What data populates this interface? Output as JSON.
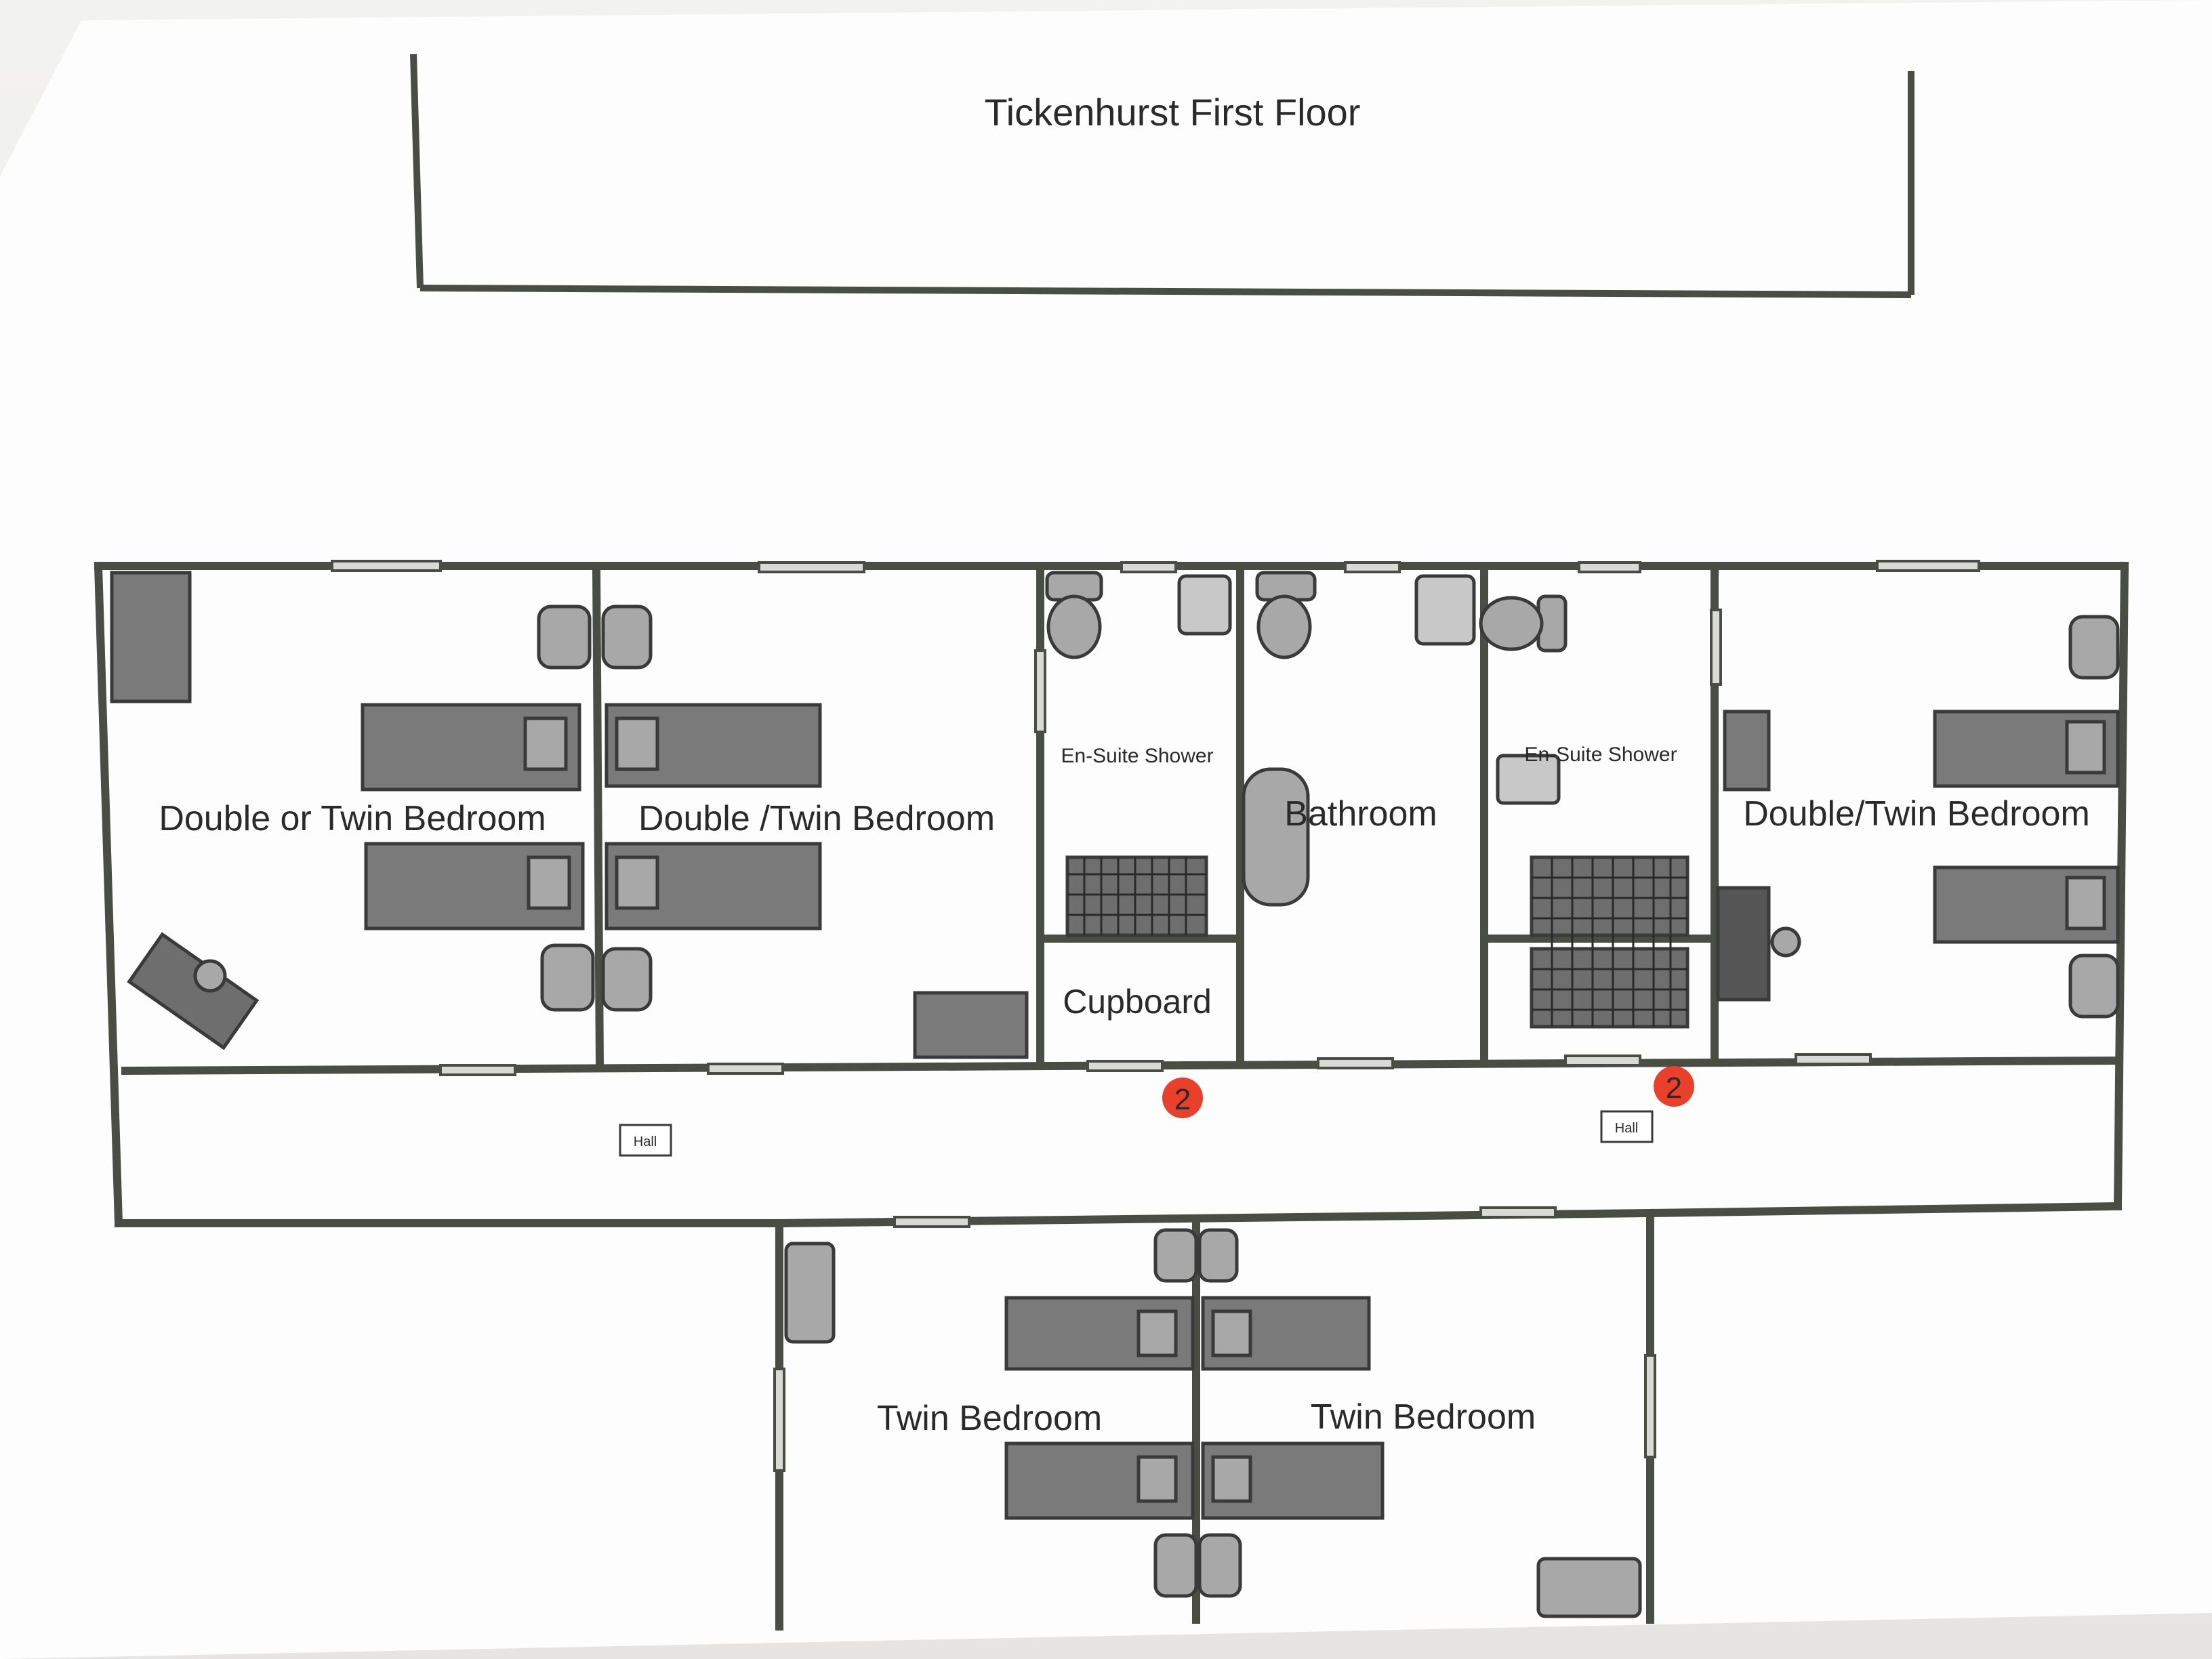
{
  "title": "Tickenhurst First Floor",
  "rooms": {
    "room1": "Double or Twin Bedroom",
    "room2": "Double /Twin Bedroom",
    "ensuite1": "En-Suite Shower",
    "cupboard": "Cupboard",
    "bathroom": "Bathroom",
    "ensuite2": "En-Suite Shower",
    "room3": "Double/Twin Bedroom",
    "twin1": "Twin Bedroom",
    "twin2": "Twin Bedroom"
  },
  "hall_tags": [
    "Hall",
    "Hall"
  ],
  "markers": [
    "2",
    "2"
  ],
  "colors": {
    "wall": "#4a4d44",
    "furniture": "#7a7a7a",
    "furniture_light": "#a8a8a8",
    "marker": "#e8402a",
    "paper": "#ffffff"
  }
}
